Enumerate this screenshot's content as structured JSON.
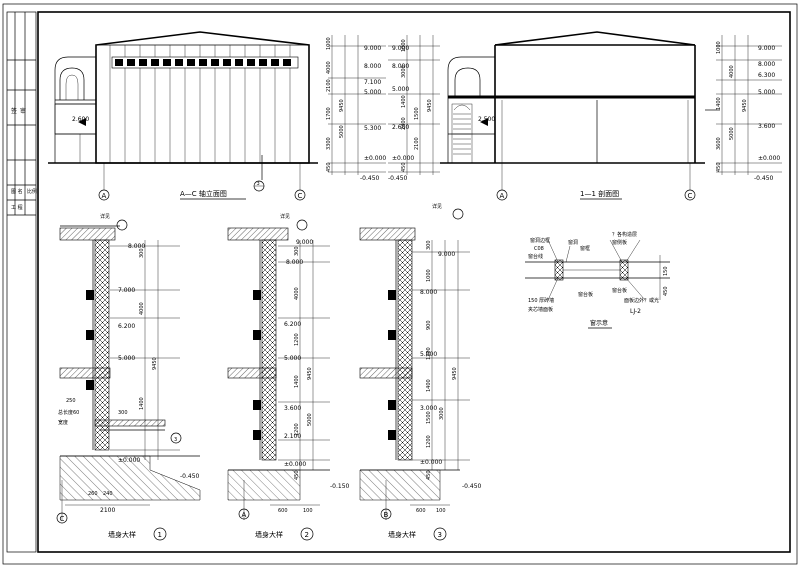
{
  "title_block": {
    "col1": [
      "签",
      "审",
      "核",
      "设"
    ],
    "col2": [
      "图 名",
      "工 程"
    ],
    "col3": [
      "图纸编号",
      "比例",
      "日期"
    ]
  },
  "elevation": {
    "level_left": "2.600",
    "caption": "A—C 轴立面图",
    "callout": "3",
    "axis_left": "A",
    "axis_right": "C",
    "levels": [
      "9.000",
      "8.000",
      "7.100",
      "5.000",
      "5.300",
      "±0.000",
      "-0.450"
    ],
    "dims": [
      "1000",
      "4000",
      "2100",
      "9450",
      "1700",
      "5000",
      "3300",
      "450"
    ]
  },
  "section": {
    "level_left": "2.500",
    "caption": "1—1 剖面图",
    "axis_left": "A",
    "axis_right": "C",
    "levels_left": [
      "9.000",
      "8.000",
      "5.000",
      "2.600",
      "±0.000",
      "-0.450"
    ],
    "dims_left": [
      "1000",
      "3000",
      "1400",
      "2400",
      "1500",
      "2100",
      "450",
      "9450"
    ],
    "levels_right": [
      "9.000",
      "8.000",
      "6.300",
      "5.000",
      "3.600",
      "±0.000",
      "-0.450"
    ],
    "dims_right": [
      "1000",
      "4000",
      "1400",
      "9450",
      "5000",
      "3600",
      "450"
    ]
  },
  "details": [
    {
      "name": "墙身大样",
      "num": "1",
      "axis": "C",
      "top_note": "详见",
      "levels": [
        "8.000",
        "7.000",
        "6.200",
        "5.000",
        "±0.000",
        "-0.450"
      ],
      "dims": [
        "300",
        "4000",
        "9450",
        "1400",
        "250"
      ],
      "notes": [
        "总长度60",
        "宽度",
        "300",
        "3"
      ],
      "bottom_dims": [
        "2100",
        "260",
        "240"
      ]
    },
    {
      "name": "墙身大样",
      "num": "2",
      "axis": "A",
      "top_note": "详见",
      "levels": [
        "9.000",
        "8.000",
        "6.200",
        "5.000",
        "3.600",
        "2.100",
        "±0.000",
        "-0.150"
      ],
      "dims": [
        "300",
        "4000",
        "1200",
        "9450",
        "1400",
        "5000",
        "1200",
        "450"
      ],
      "bottom_dims": [
        "600",
        "100"
      ]
    },
    {
      "name": "墙身大样",
      "num": "3",
      "axis": "B",
      "top_note": "详见",
      "levels": [
        "9.000",
        "8.000",
        "5.000",
        "3.000",
        "±0.000",
        "-0.450"
      ],
      "dims": [
        "300",
        "1000",
        "900",
        "1200",
        "9450",
        "1400",
        "3000",
        "1500",
        "1200",
        "450"
      ],
      "bottom_dims": [
        "600",
        "100"
      ]
    }
  ],
  "window": {
    "caption": "窗示意",
    "sub_label": "LJ-2",
    "labels": [
      "窗洞边框",
      "C08",
      "窗台线",
      "窗洞",
      "窗框",
      "？各构造层",
      "窗侧板",
      "窗台板",
      "150 厚砖墙",
      "夹芯墙面板",
      "窗台板",
      "面板边外？或光",
      "150",
      "450"
    ]
  }
}
